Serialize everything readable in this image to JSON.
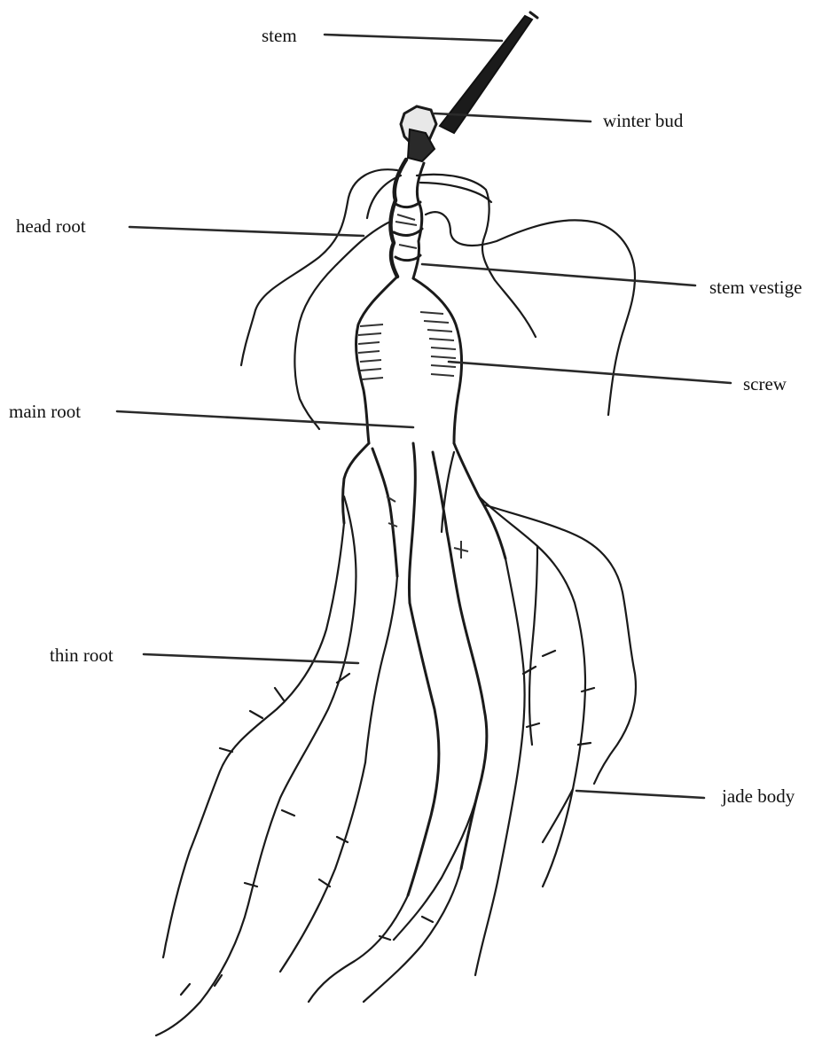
{
  "diagram": {
    "labels": {
      "stem": "stem",
      "winter_bud": "winter bud",
      "head_root": "head root",
      "stem_vestige": "stem vestige",
      "screw": "screw",
      "main_root": "main root",
      "thin_root": "thin root",
      "jade_body": "jade body"
    }
  }
}
